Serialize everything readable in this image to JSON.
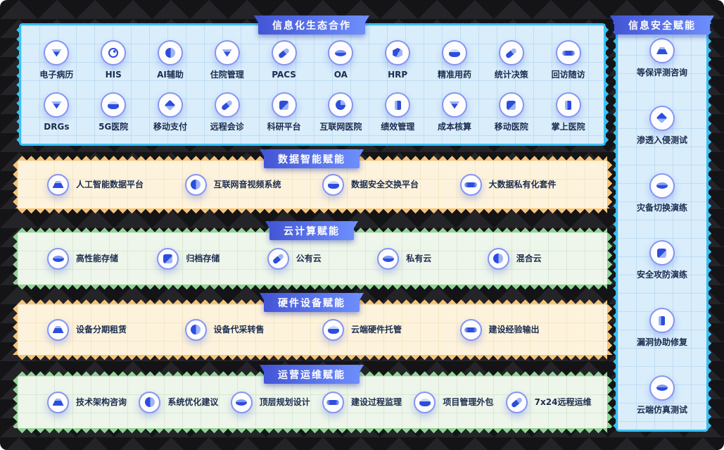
{
  "top_panel": {
    "title": "信息化生态合作",
    "items": [
      {
        "label": "电子病历",
        "icon": "triangle"
      },
      {
        "label": "HIS",
        "icon": "orbit"
      },
      {
        "label": "AI辅助",
        "icon": "sphere"
      },
      {
        "label": "住院管理",
        "icon": "triangle"
      },
      {
        "label": "PACS",
        "icon": "pencil"
      },
      {
        "label": "OA",
        "icon": "disc"
      },
      {
        "label": "HRP",
        "icon": "cube"
      },
      {
        "label": "精准用药",
        "icon": "bowl"
      },
      {
        "label": "统计决策",
        "icon": "pencil"
      },
      {
        "label": "回访随访",
        "icon": "lens"
      },
      {
        "label": "DRGs",
        "icon": "triangle"
      },
      {
        "label": "5G医院",
        "icon": "bowl"
      },
      {
        "label": "移动支付",
        "icon": "diamond"
      },
      {
        "label": "远程会诊",
        "icon": "pencil"
      },
      {
        "label": "科研平台",
        "icon": "square"
      },
      {
        "label": "互联网医院",
        "icon": "pie"
      },
      {
        "label": "绩效管理",
        "icon": "bar"
      },
      {
        "label": "成本核算",
        "icon": "triangle"
      },
      {
        "label": "移动医院",
        "icon": "square"
      },
      {
        "label": "掌上医院",
        "icon": "bar"
      }
    ]
  },
  "right_panel": {
    "title": "信息安全赋能",
    "items": [
      {
        "label": "等保评测咨询",
        "icon": "trapezoid"
      },
      {
        "label": "渗透入侵测试",
        "icon": "diamond"
      },
      {
        "label": "灾备切换演练",
        "icon": "disc"
      },
      {
        "label": "安全攻防演练",
        "icon": "square"
      },
      {
        "label": "漏洞协助修复",
        "icon": "bar"
      },
      {
        "label": "云端仿真测试",
        "icon": "disc"
      }
    ]
  },
  "bands": [
    {
      "title": "数据智能赋能",
      "theme": "cream",
      "items": [
        {
          "label": "人工智能数据平台",
          "icon": "trapezoid"
        },
        {
          "label": "互联网音视频系统",
          "icon": "sphere"
        },
        {
          "label": "数据安全交换平台",
          "icon": "bowl"
        },
        {
          "label": "大数据私有化套件",
          "icon": "lens"
        }
      ]
    },
    {
      "title": "云计算赋能",
      "theme": "green",
      "items": [
        {
          "label": "高性能存储",
          "icon": "disc"
        },
        {
          "label": "归档存储",
          "icon": "square"
        },
        {
          "label": "公有云",
          "icon": "pencil"
        },
        {
          "label": "私有云",
          "icon": "disc"
        },
        {
          "label": "混合云",
          "icon": "sphere"
        }
      ]
    },
    {
      "title": "硬件设备赋能",
      "theme": "cream",
      "items": [
        {
          "label": "设备分期租赁",
          "icon": "trapezoid"
        },
        {
          "label": "设备代采转售",
          "icon": "sphere"
        },
        {
          "label": "云端硬件托管",
          "icon": "bowl"
        },
        {
          "label": "建设经验输出",
          "icon": "lens"
        }
      ]
    },
    {
      "title": "运营运维赋能",
      "theme": "green",
      "items": [
        {
          "label": "技术架构咨询",
          "icon": "trapezoid"
        },
        {
          "label": "系统优化建议",
          "icon": "sphere"
        },
        {
          "label": "顶层规划设计",
          "icon": "disc"
        },
        {
          "label": "建设过程监理",
          "icon": "lens"
        },
        {
          "label": "项目管理外包",
          "icon": "bowl"
        },
        {
          "label": "7x24远程运维",
          "icon": "pencil"
        }
      ]
    }
  ],
  "colors": {
    "background": "#1d1d20",
    "banner_gradient_start": "#4356d6",
    "banner_gradient_end": "#6e8efc",
    "banner_text": "#ffffff",
    "panel_blue_bg": "#d9edfb",
    "panel_blue_rim": "#3ac0f2",
    "band_cream_bg": "#fdf3dc",
    "band_cream_teeth": "#f6c377",
    "band_green_bg": "#eef5ea",
    "band_green_teeth": "#90d494",
    "icon_circle_stroke": "#8695f1",
    "icon_glyph_blue": "#2d4ddd",
    "label_text": "#1c2c4f"
  }
}
